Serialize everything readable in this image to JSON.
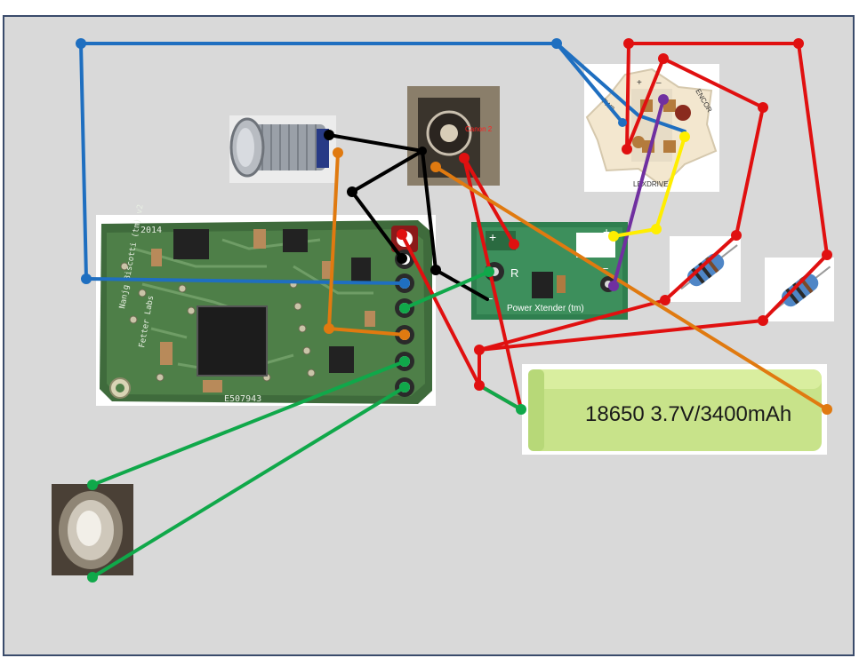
{
  "diagram": {
    "components": {
      "driver_board": {
        "silkscreen_left": "2014",
        "silkscreen_name": "Nanjg Biscotti (tm) v2",
        "silkscreen_maker": "Fetter Labs",
        "silkscreen_code": "E507943"
      },
      "power_xtender": {
        "label": "Power Xtender (tm)",
        "plus": "+",
        "minus": "–",
        "r": "R"
      },
      "led_star": {
        "label": "LEXDRIVE",
        "code_left": "7W8",
        "code_right": "ENCOR",
        "plus": "+",
        "minus": "–"
      },
      "battery": {
        "label": "18650 3.7V/3400mAh"
      },
      "jack": {
        "label": "Canon 2"
      }
    },
    "wire_colors": {
      "blue": "#1f6fc0",
      "red": "#e01010",
      "black": "#000000",
      "orange": "#e07a10",
      "green": "#10a84a",
      "purple": "#7030a0",
      "yellow": "#ffee00"
    }
  }
}
